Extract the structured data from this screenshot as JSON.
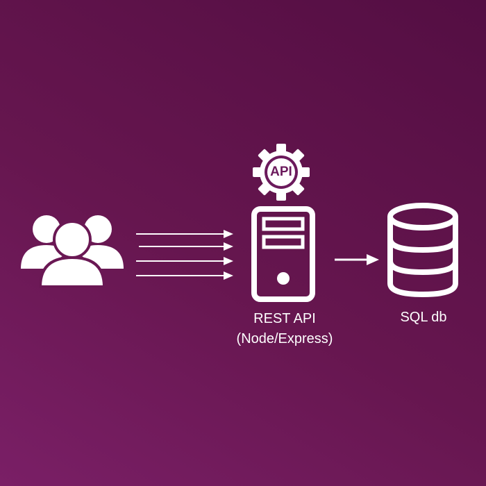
{
  "diagram": {
    "nodes": {
      "users": {
        "icon": "users-group-icon"
      },
      "api_server": {
        "icon": "server-tower-icon",
        "badge_icon": "api-gear-icon",
        "badge_text": "API",
        "label_line1": "REST API",
        "label_line2": "(Node/Express)"
      },
      "database": {
        "icon": "database-icon",
        "label": "SQL db"
      }
    },
    "edges": [
      {
        "from": "users",
        "to": "api_server",
        "count": 4
      },
      {
        "from": "api_server",
        "to": "database",
        "count": 1
      }
    ],
    "colors": {
      "background_start": "#7a1f66",
      "background_end": "#540e43",
      "foreground": "#ffffff"
    }
  }
}
